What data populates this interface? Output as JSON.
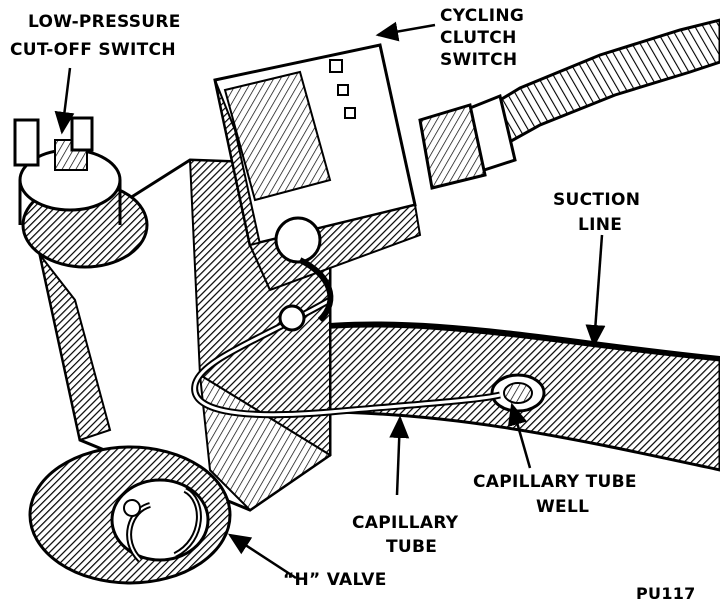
{
  "figure": {
    "code": "PU117",
    "labels": {
      "low_pressure_switch": [
        "LOW-PRESSURE",
        "CUT-OFF SWITCH"
      ],
      "cycling_clutch_switch": [
        "CYCLING",
        "CLUTCH",
        "SWITCH"
      ],
      "suction_line": [
        "SUCTION",
        "LINE"
      ],
      "capillary_tube_well": [
        "CAPILLARY TUBE",
        "WELL"
      ],
      "capillary_tube": [
        "CAPILLARY",
        "TUBE"
      ],
      "h_valve": "“H” VALVE"
    }
  }
}
